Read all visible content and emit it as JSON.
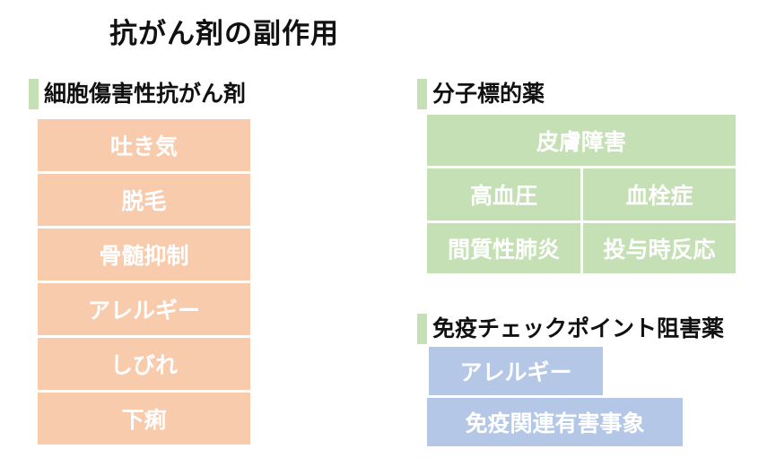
{
  "page": {
    "title": "抗がん剤の副作用"
  },
  "colors": {
    "background": "#FFFFFF",
    "orange_box": "#F8CBAD",
    "green_box": "#C5E0B4",
    "blue_box": "#B4C7E7",
    "accent_bar": "#C5E0B4",
    "heading_text": "#111111",
    "box_text": "#FFFFFF"
  },
  "sections": [
    {
      "heading": "細胞傷害性抗がん剤",
      "items": [
        "吐き気",
        "脱毛",
        "骨髄抑制",
        "アレルギー",
        "しびれ",
        "下痢"
      ]
    },
    {
      "heading": "分子標的薬",
      "items": [
        "皮膚障害",
        "高血圧",
        "血栓症",
        "間質性肺炎",
        "投与時反応"
      ]
    },
    {
      "heading": "免疫チェックポイント阻害薬",
      "items": [
        "アレルギー",
        "免疫関連有害事象"
      ]
    }
  ]
}
